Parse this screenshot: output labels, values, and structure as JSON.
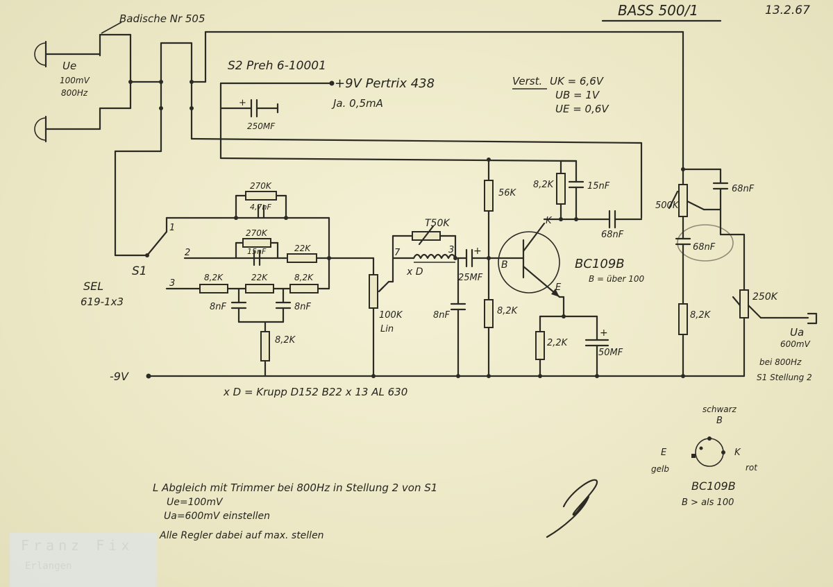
{
  "header": {
    "title": "BASS 500/1",
    "date": "13.2.67"
  },
  "switch_block": {
    "contact_label": "Badische Nr 505",
    "input_label_1": "Ue",
    "input_label_2": "100mV",
    "input_label_3": "800Hz",
    "s2_label": "S2 Preh 6-10001"
  },
  "supply": {
    "battery_label": "+9V Pertrix 438",
    "current_label": "Ja. 0,5mA",
    "cap_label": "250MF",
    "negative_rail": "-9V"
  },
  "voltages": {
    "title": "Verst.",
    "uk": "UK = 6,6V",
    "ub": "UB = 1V",
    "ue": "UE = 0,6V"
  },
  "selector": {
    "name_1": "S1",
    "name_2": "SEL",
    "name_3": "619-1x3",
    "pos_1": "1",
    "pos_2": "2",
    "pos_3": "3"
  },
  "filter": {
    "r1": "270K",
    "c1": "4,7nF",
    "r2": "270K",
    "c2": "15nF",
    "r3": "22K",
    "r4": "8,2K",
    "r5": "22K",
    "r6": "8,2K",
    "c3": "8nF",
    "c4": "8nF",
    "r7": "8,2K"
  },
  "tone": {
    "pot": "100K",
    "pot_type": "Lin",
    "trimmer": "T50K",
    "pin_7": "7",
    "pin_3": "3",
    "choke": "x D",
    "cap_8nf": "8nF",
    "cap_25mf": "25MF",
    "choke_note": "x D = Krupp D152  B22 x 13  AL 630"
  },
  "transistor": {
    "r_56k": "56K",
    "r_82k_b": "8,2K",
    "r_82k_c": "8,2K",
    "c_15nf": "15nF",
    "c_68nf": "68nF",
    "k_label": "K",
    "b_label": "B",
    "e_label": "E",
    "type": "BC109B",
    "beta": "B = über 100",
    "r_22k_e": "2,2K",
    "c_50mf": "50MF"
  },
  "output": {
    "c_68nf_top": "68nF",
    "pot_500k": "500K",
    "c_68nf_mid": "68nF",
    "r_82k": "8,2K",
    "pot_250k": "250K",
    "ua_label": "Ua",
    "ua_value": "600mV",
    "ua_freq": "bei 800Hz",
    "ua_pos": "S1 Stellung 2"
  },
  "pinout": {
    "b_color": "schwarz",
    "b_pin": "B",
    "e_pin": "E",
    "e_color": "gelb",
    "k_pin": "K",
    "k_color": "rot",
    "type": "BC109B",
    "beta": "B > als 100"
  },
  "notes": {
    "line_1": "L Abgleich mit Trimmer bei 800Hz in Stellung 2 von S1",
    "line_2": "Ue=100mV",
    "line_3": "Ua=600mV einstellen",
    "line_4": "Alle Regler dabei auf max. stellen"
  },
  "stamp": {
    "line_1": "Franz Fix",
    "line_2": "Erlangen"
  }
}
